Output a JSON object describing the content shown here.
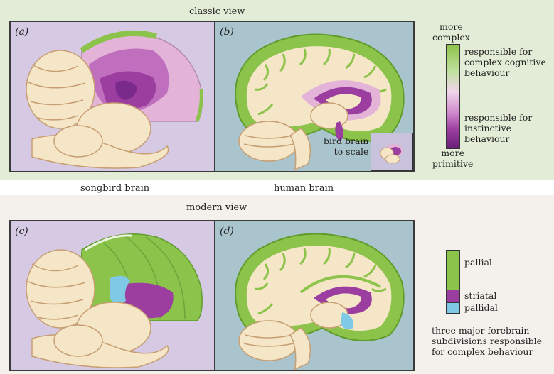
{
  "top": {
    "title": "classic view",
    "panel_a": "(a)",
    "panel_b": "(b)",
    "inset_label": "bird brain\nto scale",
    "legend": {
      "top_label": "more\ncomplex",
      "complex_label": "responsible for\ncomplex cognitive\nbehaviour",
      "instinct_label": "responsible for\ninstinctive\nbehaviour",
      "bottom_label": "more\nprimitive"
    }
  },
  "captions": {
    "left": "songbird brain",
    "right": "human brain"
  },
  "bottom": {
    "title": "modern view",
    "panel_c": "(c)",
    "panel_d": "(d)",
    "legend": {
      "pallial": "pallial",
      "striatal": "striatal",
      "pallidal": "pallidal",
      "footnote": "three major forebrain\nsubdivisions responsible\nfor complex behaviour"
    }
  },
  "colors": {
    "pallial": "#8cc34a",
    "striatal": "#9b3ea0",
    "pallidal": "#7fc8e6",
    "bird_bg": "#d6c9e4",
    "human_bg": "#a9c4cc",
    "tissue": "#f4e6c6"
  }
}
